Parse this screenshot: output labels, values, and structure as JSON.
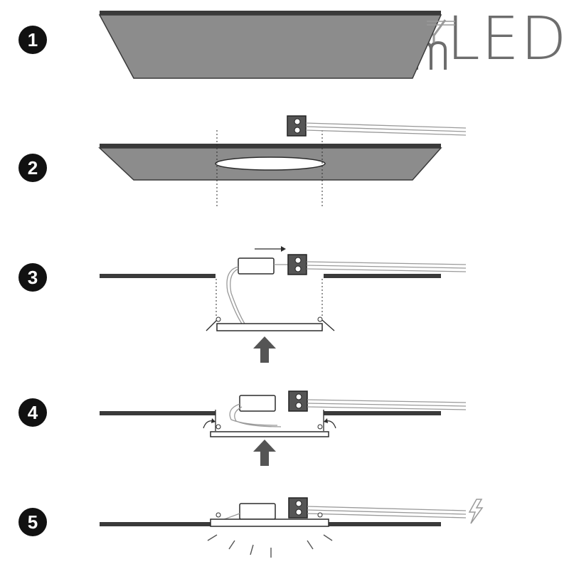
{
  "logo": {
    "prefix": "my",
    "brand": "LED"
  },
  "steps": [
    {
      "number": "1",
      "style": "filled"
    },
    {
      "number": "2",
      "style": "outline"
    },
    {
      "number": "3",
      "style": "outline"
    },
    {
      "number": "4",
      "style": "filled"
    },
    {
      "number": "5",
      "style": "outline"
    }
  ],
  "colors": {
    "ceiling_fill": "#8c8c8c",
    "ceiling_edge": "#3a3a3a",
    "line_dark": "#2b2b2b",
    "arrow": "#555555",
    "logo": "#6d6d6d",
    "wire": "#9a9a9a"
  },
  "icons": {
    "power": "lightning-bolt-icon",
    "push": "up-arrow-icon",
    "spring": "curved-arrow-icon",
    "light": "light-rays"
  }
}
